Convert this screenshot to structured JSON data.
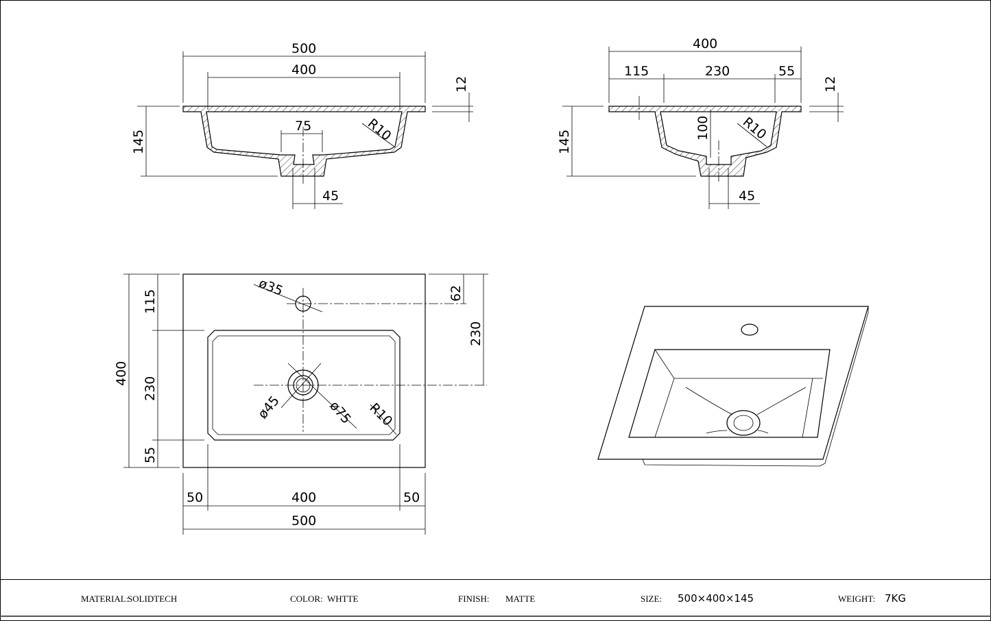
{
  "side_view": {
    "overall_width": "500",
    "bowl_width": "400",
    "flange": "12",
    "height": "145",
    "drain_outer": "75",
    "drain_inner": "45",
    "radius": "R10"
  },
  "end_view": {
    "overall_depth": "400",
    "back": "115",
    "bowl_depth": "230",
    "front": "55",
    "flange": "12",
    "height": "145",
    "bowl_height": "100",
    "drain_inner": "45",
    "radius": "R10"
  },
  "plan_view": {
    "tap_hole": "ø35",
    "tap_offset": "62",
    "depth_to_drain": "230",
    "overall_depth": "400",
    "back": "115",
    "bowl_depth": "230",
    "front": "55",
    "drain_inner": "ø45",
    "drain_outer": "ø75",
    "radius": "R10",
    "left": "50",
    "bowl_width": "400",
    "right": "50",
    "overall_width": "500"
  },
  "footer": {
    "material_label": "MATERIAL:",
    "material": "SOLIDTECH",
    "color_label": "COLOR:",
    "color": "WHTTE",
    "finish_label": "FINISH:",
    "finish": "MATTE",
    "size_label": "SIZE:",
    "size": "500×400×145",
    "weight_label": "WEIGHT:",
    "weight": "7KG"
  }
}
